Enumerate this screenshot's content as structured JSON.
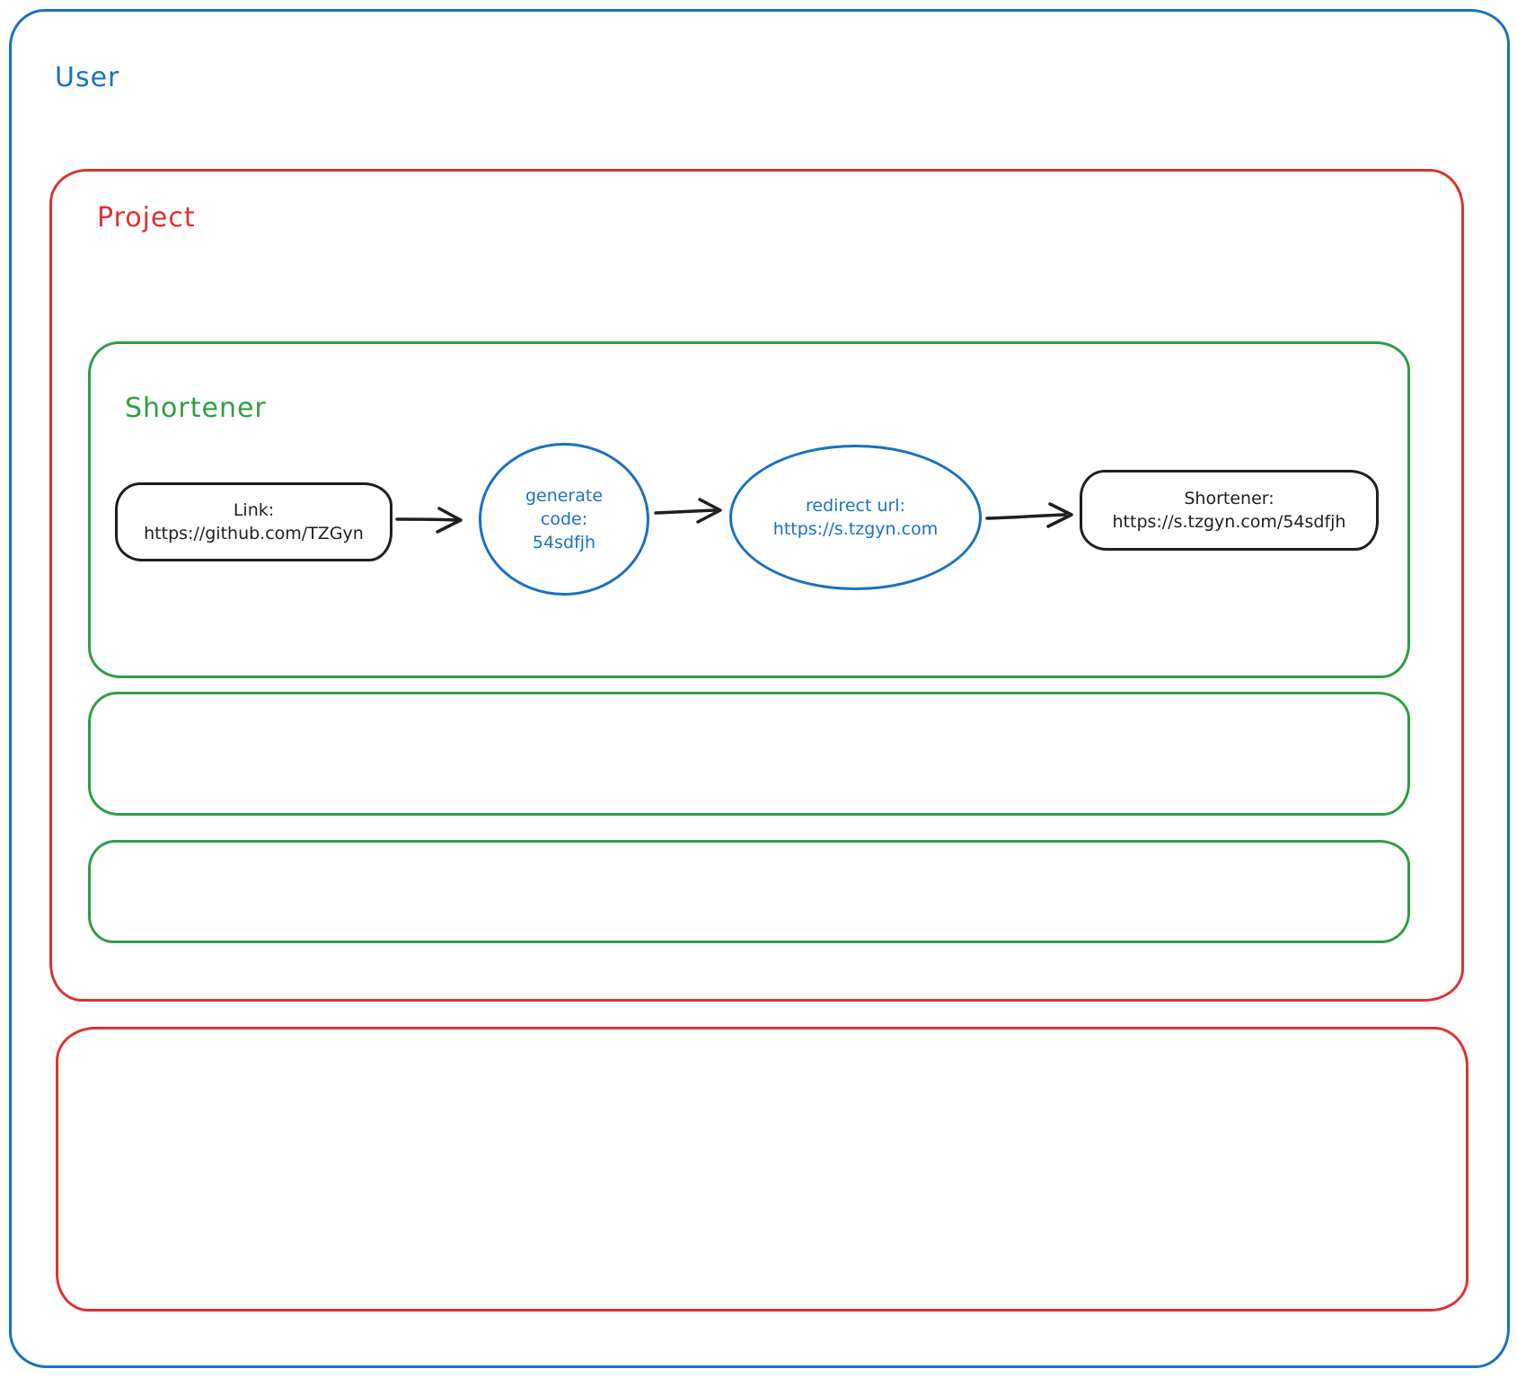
{
  "colors": {
    "background": "#ffffff",
    "user_blue": "#1971c2",
    "project_red": "#e03131",
    "shortener_green": "#2f9e44",
    "node_black": "#1e1e1e"
  },
  "containers": {
    "user": {
      "label": "User"
    },
    "project": {
      "label": "Project"
    },
    "shortener": {
      "label": "Shortener"
    }
  },
  "flow": {
    "link_node": {
      "lines": [
        "Link:",
        "https://github.com/TZGyn"
      ]
    },
    "generate_code_node": {
      "lines": [
        "generate",
        "code:",
        "54sdfjh"
      ]
    },
    "redirect_url_node": {
      "lines": [
        "redirect url:",
        "https://s.tzgyn.com"
      ]
    },
    "shortener_result_node": {
      "lines": [
        "Shortener:",
        "https://s.tzgyn.com/54sdfjh"
      ]
    }
  },
  "arrows": [
    {
      "icon": "arrow-right-icon",
      "from": "link_node",
      "to": "generate_code_node"
    },
    {
      "icon": "arrow-right-icon",
      "from": "generate_code_node",
      "to": "redirect_url_node"
    },
    {
      "icon": "arrow-right-icon",
      "from": "redirect_url_node",
      "to": "shortener_result_node"
    }
  ]
}
